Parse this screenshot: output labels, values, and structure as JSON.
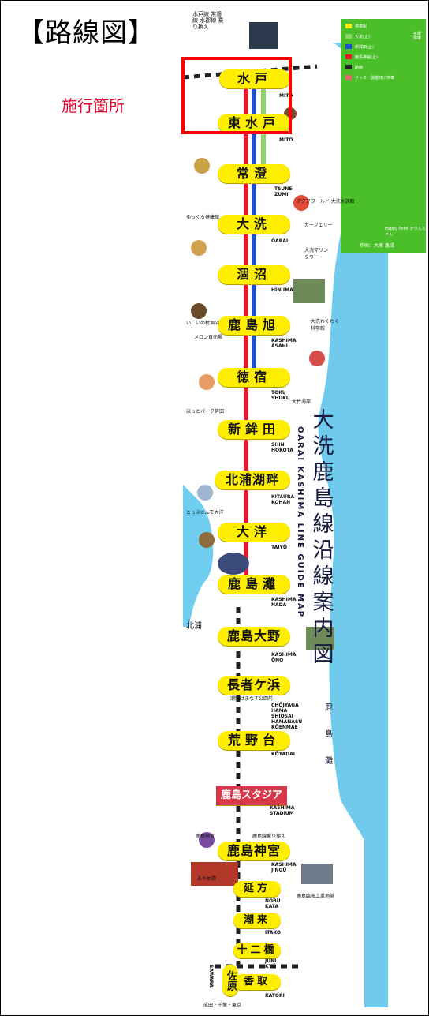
{
  "heading": "【路線図】",
  "note": "施行箇所",
  "legend": {
    "items": [
      {
        "label": "停車駅",
        "color": "#ffee00"
      },
      {
        "label": "大洗(止)",
        "color": "#8ed36a"
      },
      {
        "label": "新鉾田(止)",
        "color": "#1f4fd1"
      },
      {
        "label": "鹿島神宮(止)",
        "color": "#e01b2f"
      },
      {
        "label": "JR線",
        "color": "#222222"
      },
      {
        "label": "サッカー開催日に停車",
        "color": "#e6666f"
      }
    ],
    "side": "各駅停車"
  },
  "caption": "Happy Point かりんちゃん",
  "credit": "作画：大塚 義成",
  "guide": {
    "title": "大洗鹿島線沿線案内図",
    "english": "OARAI KASHIMA LINE GUIDE MAP",
    "sea": "鹿島灘"
  },
  "top_lines": "水戸線 常磐線 水郡線 乗り換え",
  "stations": [
    {
      "name": "水戸",
      "romaji": "MITO"
    },
    {
      "name": "東水戸",
      "romaji": "MITO"
    },
    {
      "name": "常澄",
      "romaji": "TSUNE ZUMI"
    },
    {
      "name": "大洗",
      "romaji": "ŌARAI"
    },
    {
      "name": "涸沼",
      "romaji": "HINUMA"
    },
    {
      "name": "鹿島旭",
      "romaji": "KASHIMA ASAHI"
    },
    {
      "name": "徳宿",
      "romaji": "TOKU SHUKU"
    },
    {
      "name": "新鉾田",
      "romaji": "SHIN HOKOTA"
    },
    {
      "name": "北浦湖畔",
      "romaji": "KITAURA KOHAN"
    },
    {
      "name": "大洋",
      "romaji": "TAIYŌ"
    },
    {
      "name": "鹿島灘",
      "romaji": "KASHIMA NADA"
    },
    {
      "name": "鹿島大野",
      "romaji": "KASHIMA ŌNO"
    },
    {
      "name": "長者ケ浜",
      "sub": "潮騒はまなす公園前",
      "romaji": "CHŌJYAGA HAMA SHIOSAI HAMANASU KŌENMAE"
    },
    {
      "name": "荒野台",
      "romaji": "KŌYADAI"
    },
    {
      "name": "鹿島スタジアム",
      "romaji": "KASHIMA STADIUM"
    },
    {
      "name": "鹿島神宮",
      "romaji": "KASHIMA JINGŪ"
    },
    {
      "name": "延方",
      "romaji": "NOBU KATA"
    },
    {
      "name": "潮来",
      "romaji": "ITAKO"
    },
    {
      "name": "十二橋",
      "romaji": "JŪNI KYŌ"
    },
    {
      "name": "香取",
      "romaji": "KATORI"
    }
  ],
  "branch": {
    "name": "佐原",
    "romaji": "SAWARA"
  },
  "transfer_note": "鹿島線乗り換え",
  "spots": [
    "アクアワールド 大洗水族館",
    "カーフェリー",
    "大洗マリンタワー",
    "ゆっくら健康館",
    "いこいの村涸沼",
    "メロン直売場",
    "大洗わくわく科学館",
    "大竹海岸",
    "ほっとパーク鉾田",
    "とっぷさんて大洋",
    "鹿島臨海工業地帯",
    "あやめ園",
    "鹿島神宮",
    "成田・千葉・東京",
    "北浦"
  ],
  "colors": {
    "yellow": "#ffee00",
    "red": "#e01b2f",
    "blue": "#1f4fd1",
    "green": "#8ed36a",
    "water": "#5fc4ea",
    "panel": "#4bbf2a"
  }
}
